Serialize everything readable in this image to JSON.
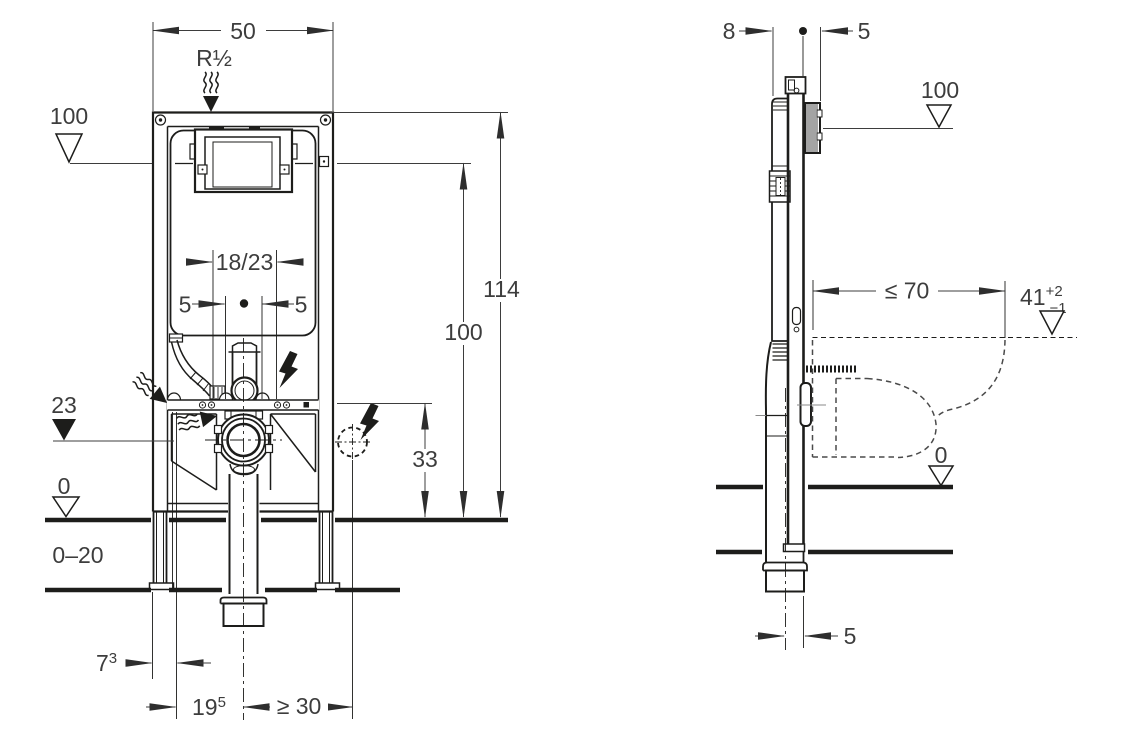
{
  "front_view": {
    "dims": {
      "frame_width": "50",
      "water_supply": "R½",
      "cistern_level": "100",
      "frame_height": "114",
      "actuation_level": "100",
      "outlet_bracket_height": "33",
      "fixing_centers": "18/23",
      "left_offset": "5",
      "right_offset": "5",
      "outlet_center_level": "23",
      "finished_floor": "0",
      "floor_buildup": "0–20",
      "wall_distance": {
        "v": "7",
        "sup": "3"
      },
      "outlet_offset": {
        "v": "19",
        "sup": "5"
      },
      "min_side_clearance": "≥ 30"
    }
  },
  "side_view": {
    "dims": {
      "frame_depth": "8",
      "front_offset": "5",
      "top_level": "100",
      "max_pan_depth": "≤ 70",
      "pan_height": {
        "v": "41",
        "sup": "+2",
        "sub": "−1"
      },
      "finished_floor": "0",
      "outlet_front_offset": "5"
    }
  },
  "style": {
    "line_color": "#1d1d1b",
    "dimension_color": "#3d3d3d",
    "pan_dash_color": "#4a4a4a",
    "background": "#ffffff"
  }
}
